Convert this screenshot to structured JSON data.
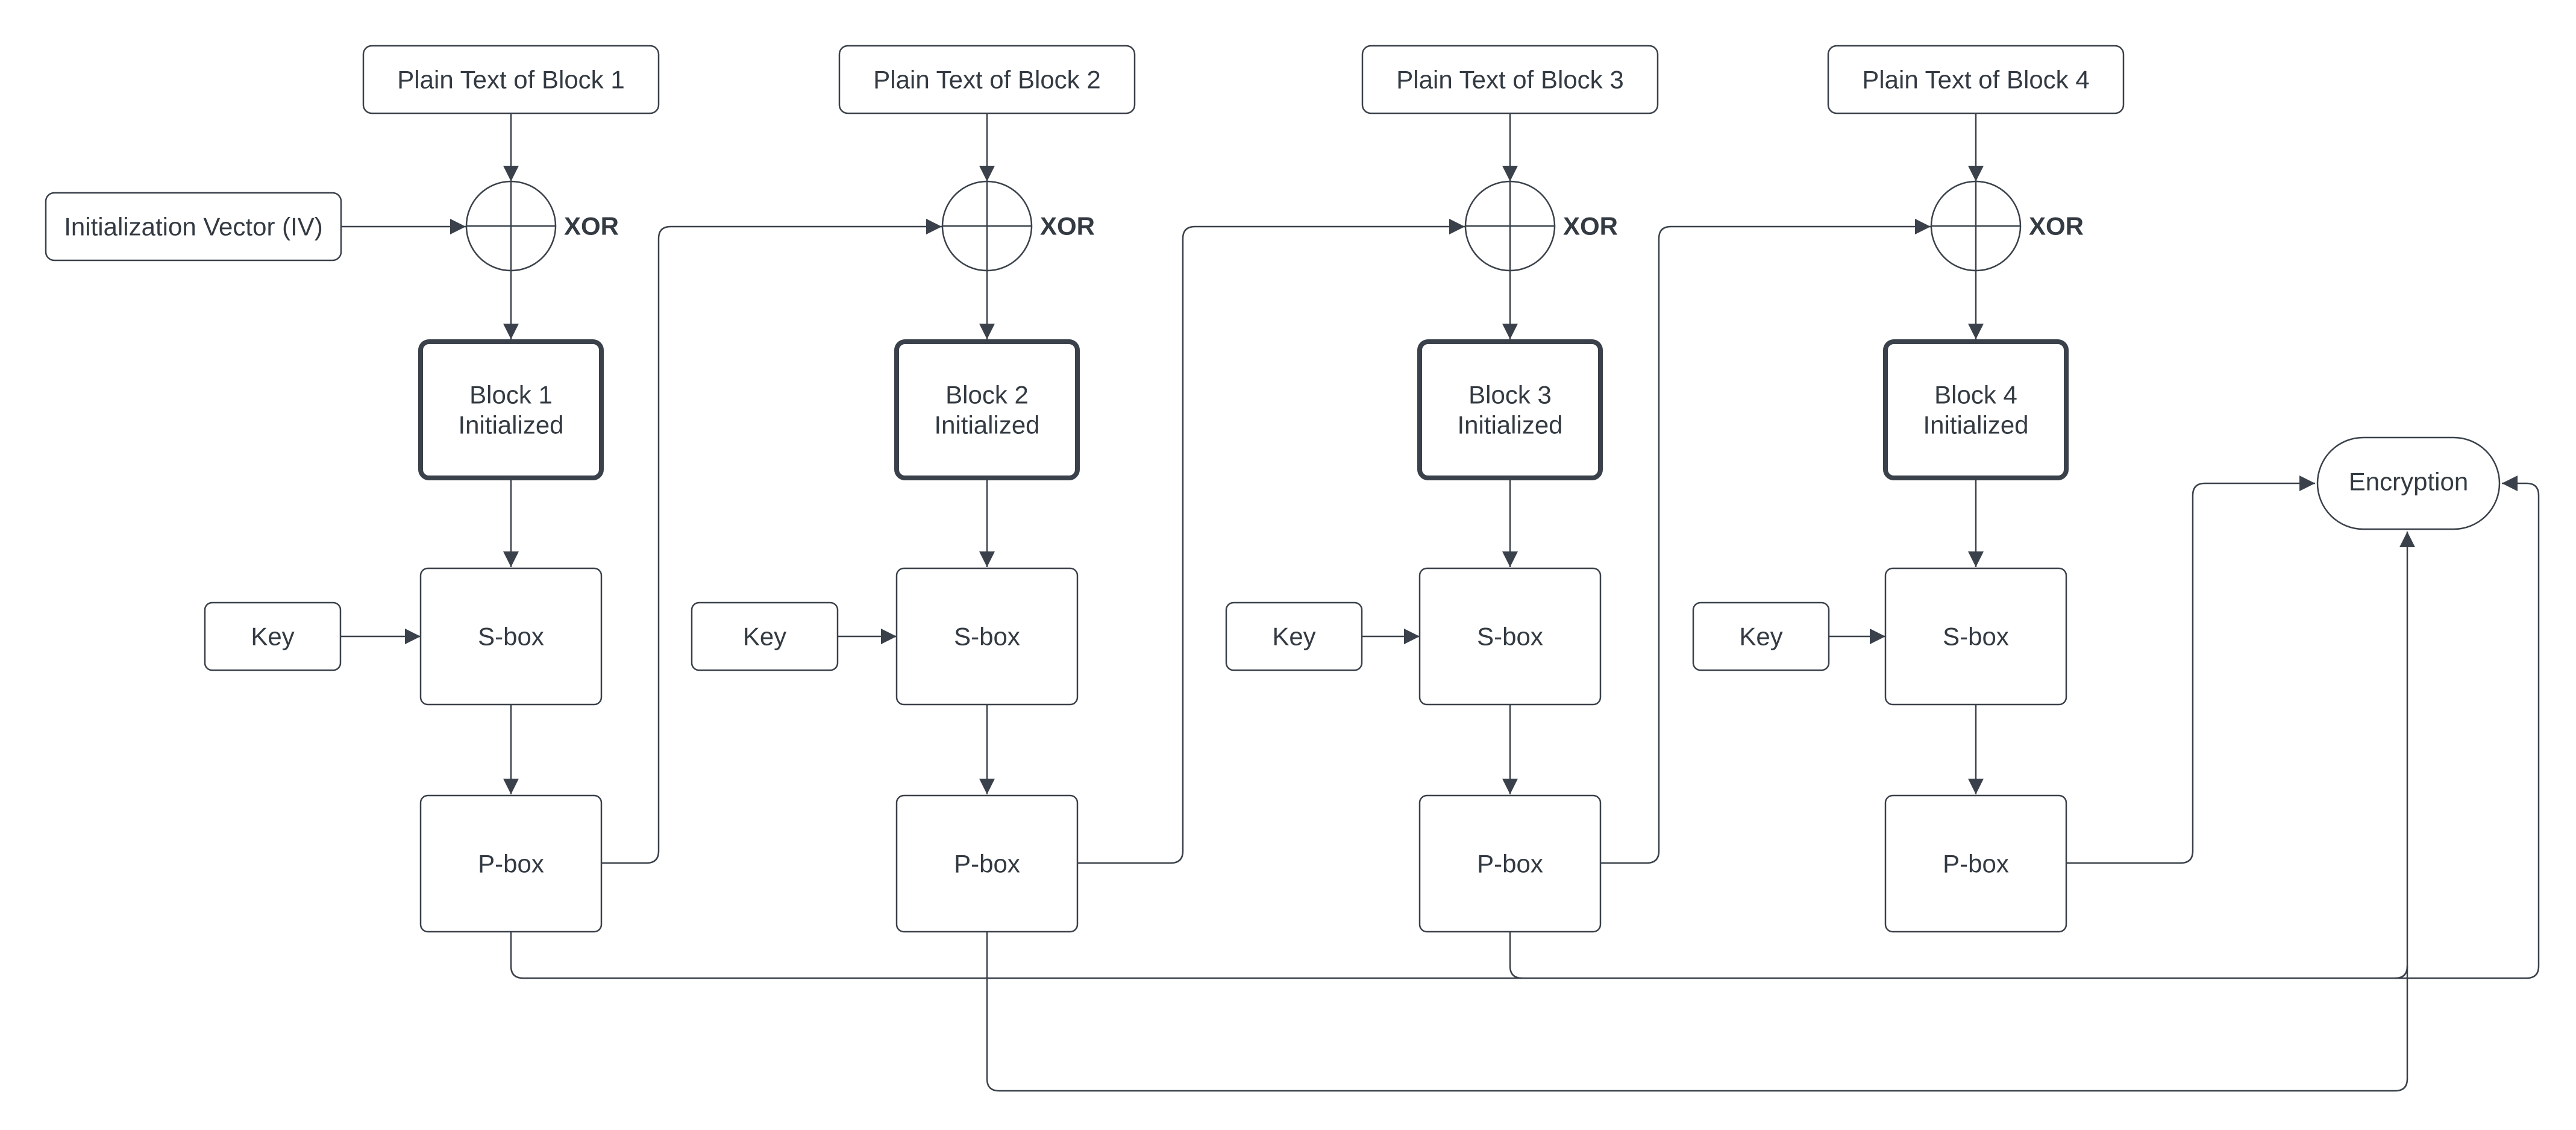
{
  "iv": {
    "label": "Initialization Vector (IV)"
  },
  "xor_label": "XOR",
  "encryption": {
    "label": "Encryption"
  },
  "blocks": [
    {
      "plain": "Plain Text of Block 1",
      "init": [
        "Block 1",
        "Initialized"
      ],
      "key": "Key",
      "sbox": "S-box",
      "pbox": "P-box"
    },
    {
      "plain": "Plain Text of Block 2",
      "init": [
        "Block 2",
        "Initialized"
      ],
      "key": "Key",
      "sbox": "S-box",
      "pbox": "P-box"
    },
    {
      "plain": "Plain Text of Block 3",
      "init": [
        "Block 3",
        "Initialized"
      ],
      "key": "Key",
      "sbox": "S-box",
      "pbox": "P-box"
    },
    {
      "plain": "Plain Text of Block 4",
      "init": [
        "Block 4",
        "Initialized"
      ],
      "key": "Key",
      "sbox": "S-box",
      "pbox": "P-box"
    }
  ],
  "colors": {
    "stroke": "#3a414a",
    "text": "#333a42",
    "background": "#ffffff"
  }
}
